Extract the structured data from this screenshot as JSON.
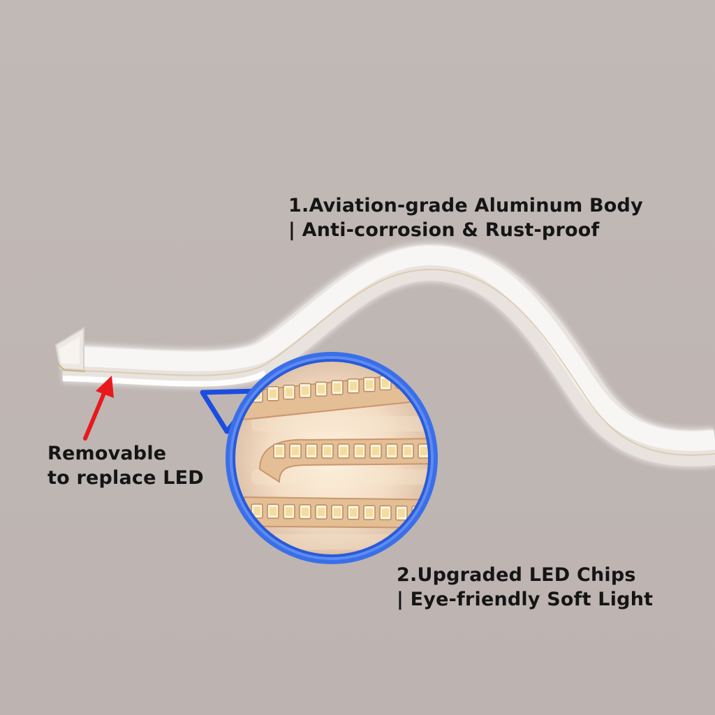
{
  "features": {
    "body": {
      "line1": "1.Aviation-grade Aluminum Body",
      "line2": "| Anti-corrosion & Rust-proof"
    },
    "chips": {
      "line1": "2.Upgraded LED Chips",
      "line2": "| Eye-friendly Soft Light"
    },
    "removable": {
      "line1": "Removable",
      "line2": "to replace LED"
    }
  },
  "colors": {
    "background": "#c0b8b5",
    "profile": "#f4f1ee",
    "callout_ring": "#3b6fe8",
    "arrow": "#e8191c",
    "led_chip": "#f5dc9a",
    "strip_pcb": "#e9c9a3"
  },
  "icons": {
    "arrow": "red-arrow-icon",
    "callout": "magnifier-callout",
    "strip": "led-strip-coil"
  }
}
